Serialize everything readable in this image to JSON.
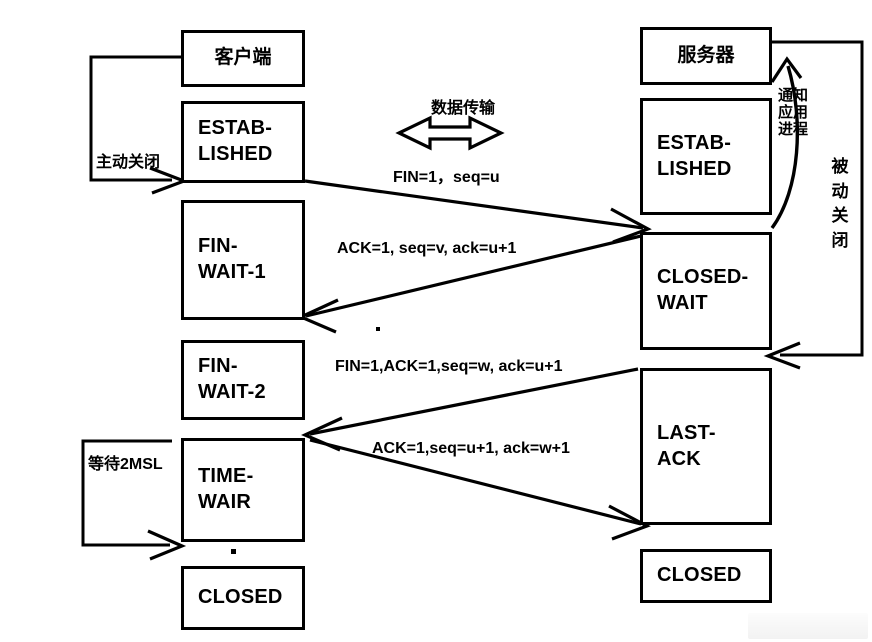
{
  "diagram": {
    "title": "TCP four-way handshake connection termination",
    "type": "sequence-state-diagram",
    "stroke_color": "#000000",
    "background_color": "#ffffff"
  },
  "client": {
    "header": "客户端",
    "states": [
      {
        "id": "client-established",
        "lines": [
          "ESTAB-",
          "LISHED"
        ]
      },
      {
        "id": "client-fin-wait-1",
        "lines": [
          "FIN-",
          "WAIT-1"
        ]
      },
      {
        "id": "client-fin-wait-2",
        "lines": [
          "FIN-",
          "WAIT-2"
        ]
      },
      {
        "id": "client-time-wait",
        "lines": [
          "TIME-",
          "WAIR"
        ]
      },
      {
        "id": "client-closed",
        "lines": [
          "CLOSED"
        ]
      }
    ],
    "active_close_label": "主动关闭",
    "wait_2msl_label": "等待2MSL"
  },
  "server": {
    "header": "服务器",
    "states": [
      {
        "id": "server-established",
        "lines": [
          "ESTAB-",
          "LISHED"
        ]
      },
      {
        "id": "server-closed-wait",
        "lines": [
          "CLOSED-",
          "WAIT"
        ]
      },
      {
        "id": "server-last-ack",
        "lines": [
          "LAST-",
          "ACK"
        ]
      },
      {
        "id": "server-closed",
        "lines": [
          "CLOSED"
        ]
      }
    ],
    "notify_app_label": "通知\n应用\n进程",
    "notify_app_chars": [
      "通知",
      "应用",
      "进程"
    ],
    "passive_close_label": "被动关闭",
    "passive_close_chars": [
      "被",
      "动",
      "关",
      "闭"
    ]
  },
  "data_transfer": {
    "label": "数据传输"
  },
  "messages": [
    {
      "id": "msg-fin-1",
      "label": "FIN=1，seq=u",
      "direction": "client-to-server"
    },
    {
      "id": "msg-ack-1",
      "label": "ACK=1, seq=v, ack=u+1",
      "direction": "server-to-client"
    },
    {
      "id": "msg-fin-ack",
      "label": "FIN=1,ACK=1,seq=w, ack=u+1",
      "direction": "server-to-client"
    },
    {
      "id": "msg-ack-final",
      "label": "ACK=1,seq=u+1, ack=w+1",
      "direction": "client-to-server"
    }
  ]
}
